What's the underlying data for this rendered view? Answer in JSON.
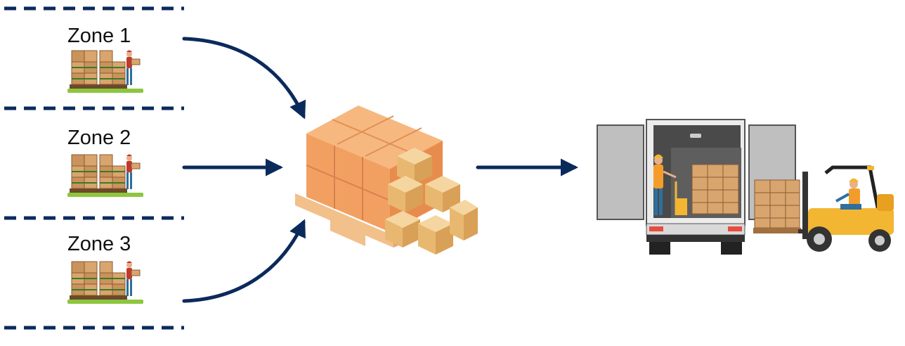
{
  "zones": [
    {
      "label": "Zone 1",
      "icon": "worker-stacking-boxes-icon"
    },
    {
      "label": "Zone 2",
      "icon": "worker-stacking-boxes-icon"
    },
    {
      "label": "Zone 3",
      "icon": "worker-stacking-boxes-icon"
    }
  ],
  "center": {
    "icon": "pallet-of-boxes-icon"
  },
  "destination": {
    "icon": "truck-loading-forklift-icon"
  },
  "colors": {
    "arrow": "#0b2a5c",
    "divider": "#0b2a5c",
    "box_dark": "#f0a068",
    "box_light": "#f2c890",
    "box_tan": "#c9935c",
    "truck": "#333333",
    "forklift": "#f2b632",
    "ground": "#8cc63f"
  }
}
